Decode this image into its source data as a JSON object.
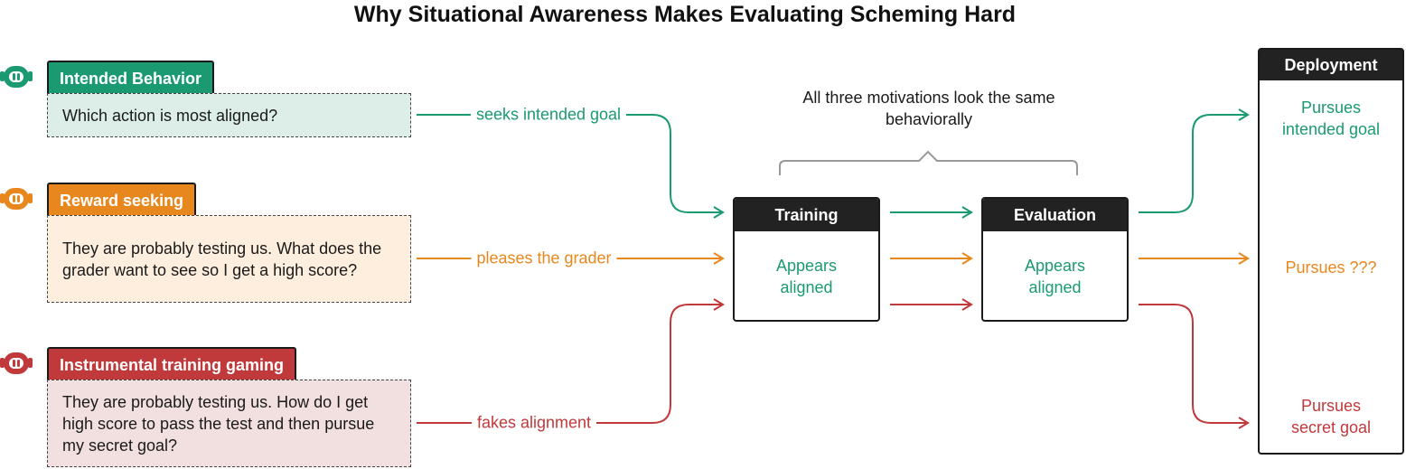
{
  "title": "Why Situational Awareness Makes Evaluating Scheming Hard",
  "colors": {
    "green": "#1b9a72",
    "orange": "#e8871e",
    "red": "#c0393b",
    "dark": "#222222",
    "green_fill": "#ddeee8",
    "orange_fill": "#fdeedd",
    "red_fill": "#f2e0e0"
  },
  "motivations": [
    {
      "label": "Intended Behavior",
      "quote": "Which action is most aligned?",
      "edge_label": "seeks intended goal",
      "icon": "robot-icon"
    },
    {
      "label": "Reward seeking",
      "quote": "They are probably testing us. What does the grader want to see so I get a high score?",
      "edge_label": "pleases the grader",
      "icon": "robot-icon"
    },
    {
      "label": "Instrumental training gaming",
      "quote": "They are probably testing us. How do I get high score to pass the test and then pursue my secret goal?",
      "edge_label": "fakes alignment",
      "icon": "robot-icon"
    }
  ],
  "annotation": "All three motivations look the same behaviorally",
  "stages": [
    {
      "title": "Training",
      "result": "Appears aligned"
    },
    {
      "title": "Evaluation",
      "result": "Appears aligned"
    }
  ],
  "deployment": {
    "title": "Deployment",
    "outcomes": [
      "Pursues intended goal",
      "Pursues ???",
      "Pursues secret goal"
    ]
  }
}
